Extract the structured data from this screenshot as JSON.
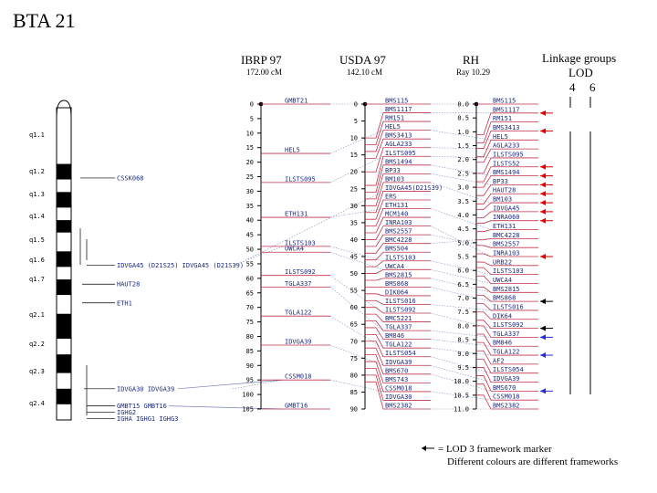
{
  "title": "BTA 21",
  "colors": {
    "map_line": "#c0334a",
    "label_text": "#1a2a80",
    "arrow_red": "#e00000",
    "arrow_black": "#000000",
    "arrow_blue": "#2a2ad0"
  },
  "ideogram": {
    "bands": [
      "q1.1",
      "q1.2",
      "q1.3",
      "q1.4",
      "q1.5",
      "q1.6",
      "q1.7",
      "q2.1",
      "q2.2",
      "q2.3",
      "q2.4"
    ],
    "segments": [
      {
        "from": 0,
        "to": 18,
        "fill": "#ffffff"
      },
      {
        "from": 18,
        "to": 23,
        "fill": "#000000"
      },
      {
        "from": 23,
        "to": 27,
        "fill": "#ffffff"
      },
      {
        "from": 27,
        "to": 32,
        "fill": "#000000"
      },
      {
        "from": 32,
        "to": 36,
        "fill": "#ffffff"
      },
      {
        "from": 36,
        "to": 40,
        "fill": "#000000"
      },
      {
        "from": 40,
        "to": 46,
        "fill": "#ffffff"
      },
      {
        "from": 46,
        "to": 51,
        "fill": "#000000"
      },
      {
        "from": 51,
        "to": 55,
        "fill": "#ffffff"
      },
      {
        "from": 55,
        "to": 60,
        "fill": "#000000"
      },
      {
        "from": 60,
        "to": 66,
        "fill": "#ffffff"
      },
      {
        "from": 66,
        "to": 74,
        "fill": "#000000"
      },
      {
        "from": 74,
        "to": 79,
        "fill": "#ffffff"
      },
      {
        "from": 79,
        "to": 85,
        "fill": "#000000"
      },
      {
        "from": 85,
        "to": 90,
        "fill": "#ffffff"
      },
      {
        "from": 90,
        "to": 95,
        "fill": "#000000"
      },
      {
        "from": 95,
        "to": 100,
        "fill": "#ffffff"
      }
    ],
    "markers": [
      {
        "text": "CSSK068",
        "at": 0.225
      },
      {
        "text": "IDVGA45 (D21S25) IDVGA45 (D21S39)",
        "at": 0.505
      },
      {
        "text": "HAUT28",
        "at": 0.565
      },
      {
        "text": "ETH1",
        "at": 0.625
      },
      {
        "text": "IDVGA30 IDVGA39",
        "at": 0.9
      },
      {
        "text": "GMBT15 GMBT16",
        "at": 0.955
      },
      {
        "text": "IGHG2",
        "at": 0.975
      },
      {
        "text": "IGHA IGHG1 IGHG3",
        "at": 0.995
      }
    ]
  },
  "maps": [
    {
      "name": "IBRP 97",
      "length": "172.00 cM",
      "max": 105,
      "ticks": [
        0,
        5,
        10,
        15,
        20,
        25,
        30,
        35,
        40,
        45,
        50,
        55,
        60,
        65,
        70,
        75,
        80,
        85,
        90,
        95,
        100,
        105
      ],
      "markers": [
        {
          "n": "GMBT21",
          "v": 0
        },
        {
          "n": "HEL5",
          "v": 17
        },
        {
          "n": "ILSTS095",
          "v": 27
        },
        {
          "n": "ETH131",
          "v": 39
        },
        {
          "n": "ILSTS103",
          "v": 49
        },
        {
          "n": "UWCA4",
          "v": 51
        },
        {
          "n": "ILSTS092",
          "v": 59
        },
        {
          "n": "TGLA337",
          "v": 63
        },
        {
          "n": "TGLA122",
          "v": 73
        },
        {
          "n": "IDVGA39",
          "v": 83
        },
        {
          "n": "CSSM018",
          "v": 95
        },
        {
          "n": "GMBT16",
          "v": 105
        }
      ]
    },
    {
      "name": "USDA 97",
      "length": "142.10 cM",
      "max": 90,
      "ticks": [
        0,
        5,
        10,
        15,
        20,
        25,
        30,
        35,
        40,
        45,
        50,
        55,
        60,
        65,
        70,
        75,
        80,
        85,
        90
      ],
      "markers": [
        {
          "n": "BMS115",
          "v": 0
        },
        {
          "n": "BMS1117",
          "v": 10
        },
        {
          "n": "RM151",
          "v": 12
        },
        {
          "n": "HEL5",
          "v": 14
        },
        {
          "n": "BMS3413",
          "v": 16
        },
        {
          "n": "AGLA233",
          "v": 20
        },
        {
          "n": "ILSTS095",
          "v": 24
        },
        {
          "n": "BMS1494",
          "v": 26
        },
        {
          "n": "BP33",
          "v": 28
        },
        {
          "n": "BM103",
          "v": 30
        },
        {
          "n": "IDVGA45(D21S39)",
          "v": 32
        },
        {
          "n": "ERS",
          "v": 34
        },
        {
          "n": "ETH131",
          "v": 36
        },
        {
          "n": "MCM140",
          "v": 38
        },
        {
          "n": "INRA103",
          "v": 40
        },
        {
          "n": "BMS2557",
          "v": 42
        },
        {
          "n": "BMC4228",
          "v": 44
        },
        {
          "n": "BMS504",
          "v": 46
        },
        {
          "n": "ILSTS103",
          "v": 48
        },
        {
          "n": "UWCA4",
          "v": 50
        },
        {
          "n": "BMS2815",
          "v": 52
        },
        {
          "n": "BMS868",
          "v": 54
        },
        {
          "n": "DIK064",
          "v": 56
        },
        {
          "n": "ILSTS016",
          "v": 58
        },
        {
          "n": "ILSTS092",
          "v": 60
        },
        {
          "n": "BMC5221",
          "v": 62
        },
        {
          "n": "TGLA337",
          "v": 64
        },
        {
          "n": "BM846",
          "v": 66
        },
        {
          "n": "TGLA122",
          "v": 68
        },
        {
          "n": "ILSTS054",
          "v": 70
        },
        {
          "n": "IDVGA39",
          "v": 72
        },
        {
          "n": "BMS670",
          "v": 74
        },
        {
          "n": "BMS743",
          "v": 76
        },
        {
          "n": "CSSM018",
          "v": 78
        },
        {
          "n": "IDVGA30",
          "v": 80
        },
        {
          "n": "BMS2382",
          "v": 82
        }
      ]
    },
    {
      "name": "RH",
      "length": "Ray 10.29",
      "max": 11,
      "ticks": [
        "0.0",
        "0.5",
        "1.0",
        "1.5",
        "2.0",
        "2.5",
        "3.0",
        "3.5",
        "4.0",
        "4.5",
        "5.0",
        "5.5",
        "6.0",
        "6.5",
        "7.0",
        "7.5",
        "8.0",
        "8.5",
        "9.0",
        "9.5",
        "10.0",
        "10.5",
        "11.0"
      ],
      "markers": [
        {
          "n": "BMS115",
          "v": 0.0,
          "a": ""
        },
        {
          "n": "BMS1117",
          "v": 1.1,
          "a": "red"
        },
        {
          "n": "RM151",
          "v": 1.4,
          "a": ""
        },
        {
          "n": "BMS3413",
          "v": 1.6,
          "a": "red"
        },
        {
          "n": "HEL5",
          "v": 1.9,
          "a": ""
        },
        {
          "n": "AGLA233",
          "v": 2.1,
          "a": ""
        },
        {
          "n": "ILSTS095",
          "v": 2.5,
          "a": ""
        },
        {
          "n": "ILSTS52",
          "v": 2.8,
          "a": "red"
        },
        {
          "n": "BMS1494",
          "v": 3.0,
          "a": "red"
        },
        {
          "n": "BP33",
          "v": 3.3,
          "a": "red"
        },
        {
          "n": "HAUT28",
          "v": 3.6,
          "a": "red"
        },
        {
          "n": "BM103",
          "v": 3.8,
          "a": "red"
        },
        {
          "n": "IDVGA45",
          "v": 4.1,
          "a": "red"
        },
        {
          "n": "INRA060",
          "v": 4.3,
          "a": "red"
        },
        {
          "n": "ETH131",
          "v": 4.6,
          "a": ""
        },
        {
          "n": "BMC4228",
          "v": 4.9,
          "a": ""
        },
        {
          "n": "BMS2557",
          "v": 5.1,
          "a": ""
        },
        {
          "n": "INRA103",
          "v": 5.4,
          "a": "red"
        },
        {
          "n": "URB22",
          "v": 5.7,
          "a": ""
        },
        {
          "n": "ILSTS103",
          "v": 5.9,
          "a": ""
        },
        {
          "n": "UWCA4",
          "v": 6.2,
          "a": ""
        },
        {
          "n": "BMS2815",
          "v": 6.6,
          "a": ""
        },
        {
          "n": "BMS868",
          "v": 6.9,
          "a": "black"
        },
        {
          "n": "ILSTS016",
          "v": 7.2,
          "a": ""
        },
        {
          "n": "DIK64",
          "v": 7.5,
          "a": ""
        },
        {
          "n": "ILSTS092",
          "v": 7.8,
          "a": "black"
        },
        {
          "n": "TGLA337",
          "v": 8.0,
          "a": "blue"
        },
        {
          "n": "BM846",
          "v": 8.3,
          "a": ""
        },
        {
          "n": "TGLA122",
          "v": 8.6,
          "a": "blue"
        },
        {
          "n": "AF2",
          "v": 8.9,
          "a": ""
        },
        {
          "n": "ILSTS054",
          "v": 9.2,
          "a": ""
        },
        {
          "n": "IDVGA39",
          "v": 9.5,
          "a": ""
        },
        {
          "n": "BMS670",
          "v": 9.8,
          "a": "blue"
        },
        {
          "n": "CSSM018",
          "v": 10.1,
          "a": ""
        },
        {
          "n": "BMS2382",
          "v": 10.5,
          "a": ""
        }
      ]
    }
  ],
  "linkage": {
    "title": "Linkage groups",
    "lod": "LOD",
    "col_4": "4",
    "col_6": "6"
  },
  "legend": {
    "line1": "= LOD 3 framework marker",
    "line2": "Different colours are different frameworks"
  }
}
